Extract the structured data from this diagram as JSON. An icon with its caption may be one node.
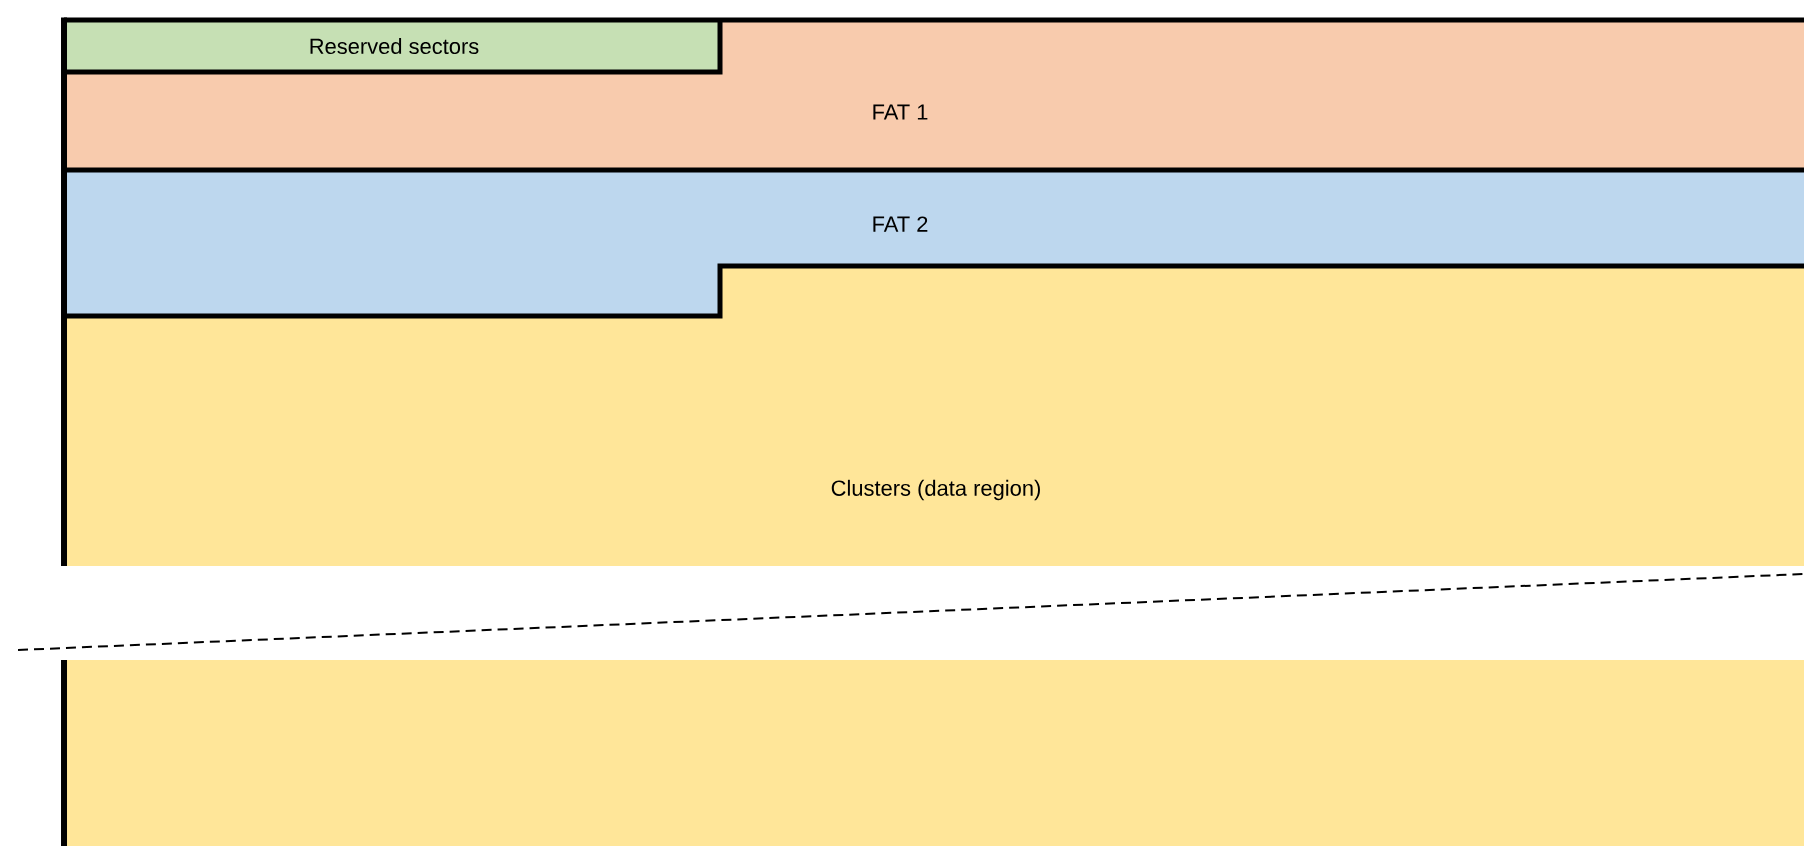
{
  "diagram": {
    "nodes": [
      {
        "text": [
          "Reserved sectors"
        ]
      },
      {
        "text": [
          "FAT 1"
        ]
      },
      {
        "text": [
          "FAT 2"
        ]
      },
      {
        "text": [
          "Clusters (data region)"
        ]
      }
    ]
  }
}
